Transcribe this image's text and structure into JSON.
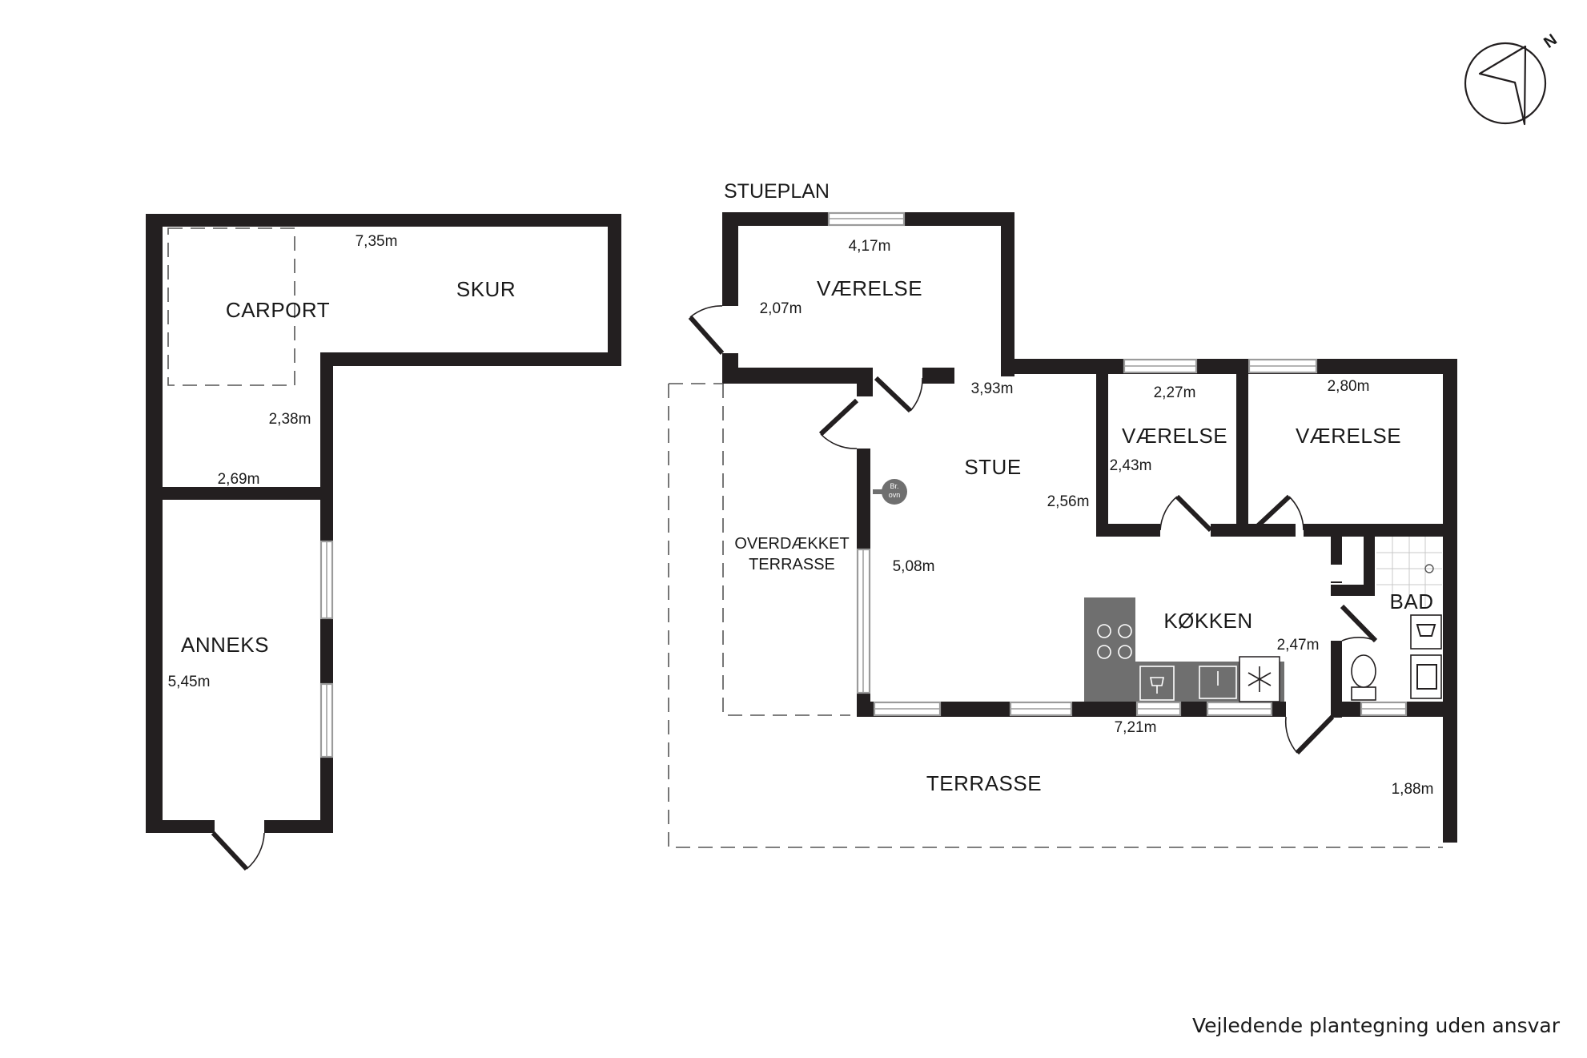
{
  "plan_title": "STUEPLAN",
  "footer_note": "Vejledende plantegning uden ansvar",
  "compass": {
    "label": "N",
    "icon": "north-arrow-icon"
  },
  "rooms": {
    "carport": "CARPORT",
    "skur": "SKUR",
    "anneks": "ANNEKS",
    "vaerelse_top": "VÆRELSE",
    "stue": "STUE",
    "vaerelse_mid": "VÆRELSE",
    "vaerelse_right": "VÆRELSE",
    "overdaekket_line1": "OVERDÆKKET",
    "overdaekket_line2": "TERRASSE",
    "koekken": "KØKKEN",
    "bad": "BAD",
    "terrasse": "TERRASSE"
  },
  "fixture_labels": {
    "stove_line1": "Br.",
    "stove_line2": "ovn"
  },
  "dimensions": {
    "skur_width": "7,35m",
    "carport_depth": "2,38m",
    "anneks_width": "2,69m",
    "anneks_length": "5,45m",
    "vaerelse_top_width": "4,17m",
    "vaerelse_top_depth": "2,07m",
    "stue_width": "3,93m",
    "stue_depth": "2,56m",
    "stue_length": "5,08m",
    "vaerelse_mid_width": "2,27m",
    "vaerelse_mid_depth": "2,43m",
    "vaerelse_right_width": "2,80m",
    "koekken_depth": "2,47m",
    "house_width": "7,21m",
    "terrasse_depth": "1,88m"
  },
  "colors": {
    "wall": "#231f20",
    "window_frame": "#9b9b9b",
    "fixture": "#6f6f6f"
  }
}
